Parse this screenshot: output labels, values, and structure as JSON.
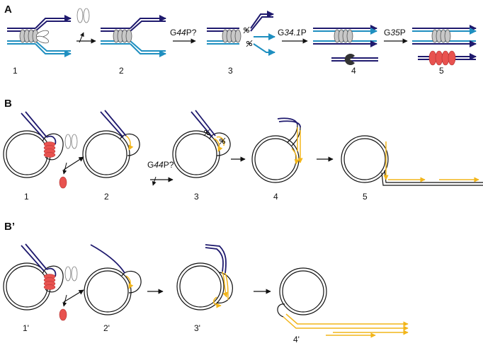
{
  "panels": {
    "A": {
      "label": "A",
      "steps": [
        "1",
        "2",
        "3",
        "4",
        "5"
      ],
      "arrows": [
        {
          "prefix": "",
          "italic": "",
          "suffix": ""
        },
        {
          "prefix": "G",
          "italic": "44",
          "suffix": "P?"
        },
        {
          "prefix": "G",
          "italic": "34.1",
          "suffix": "P"
        },
        {
          "prefix": "G",
          "italic": "35",
          "suffix": "P"
        }
      ]
    },
    "B": {
      "label": "B",
      "steps": [
        "1",
        "2",
        "3",
        "4",
        "5"
      ],
      "arrows": [
        {
          "prefix": "",
          "italic": "",
          "suffix": ""
        },
        {
          "prefix": "G",
          "italic": "44",
          "suffix": "P?"
        },
        {
          "prefix": "",
          "italic": "",
          "suffix": ""
        },
        {
          "prefix": "",
          "italic": "",
          "suffix": ""
        }
      ]
    },
    "B_prime": {
      "label": "B’",
      "steps": [
        "1'",
        "2'",
        "3'",
        "4'"
      ]
    }
  },
  "colors": {
    "dark_strand": "#1f1a6e",
    "light_strand": "#1f8fc0",
    "new_strand": "#f2b51a",
    "red_protein": "#e8524f",
    "gray_protein": "#c8c8c8",
    "black": "#111111"
  }
}
